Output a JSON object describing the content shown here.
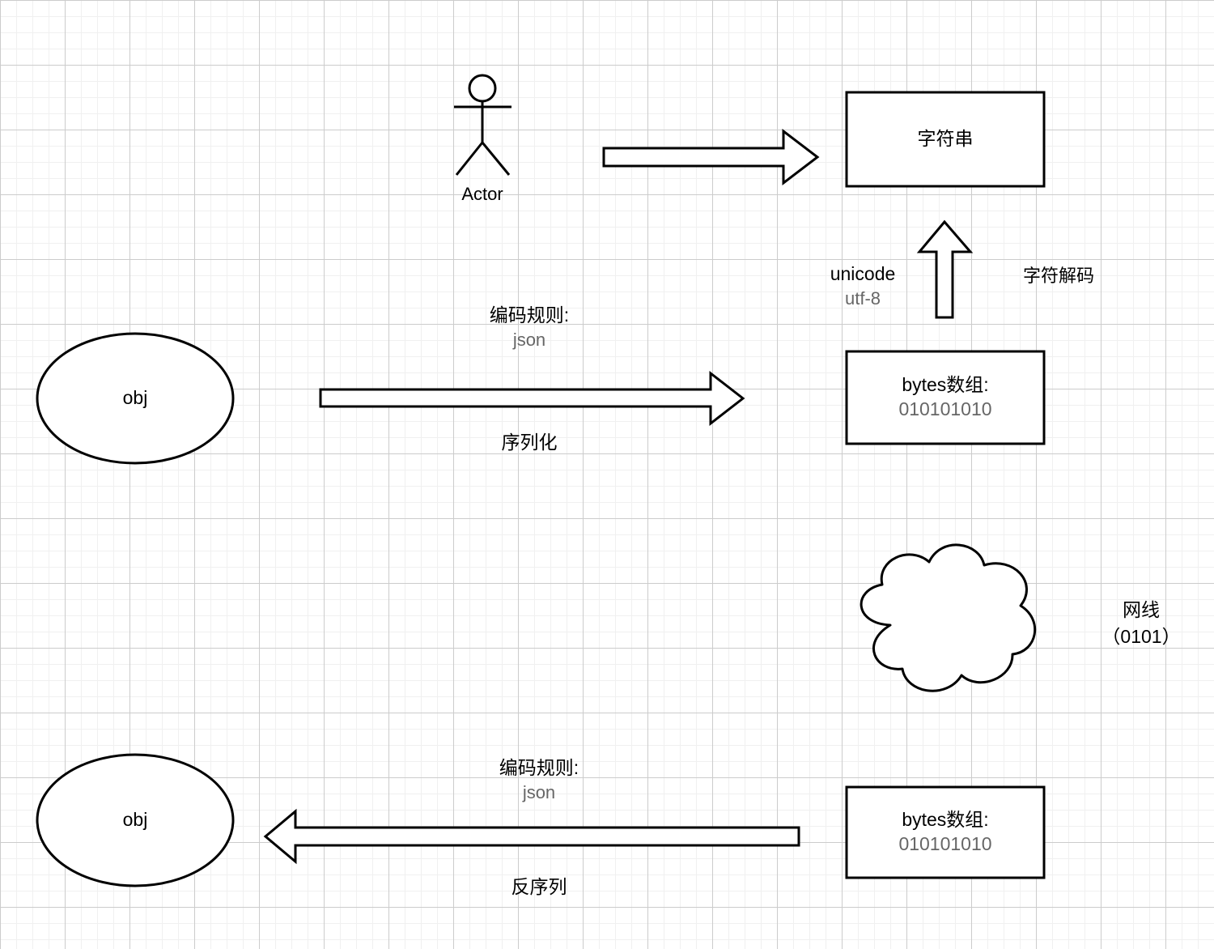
{
  "diagram": {
    "title": "serialization-and-encoding-flow",
    "background": "#ffffff",
    "grid_color_major": "#cccccc",
    "grid_color_minor": "#f0f0f0",
    "stroke_color": "#000000",
    "text_gray": "#666666"
  },
  "actor": {
    "label": "Actor"
  },
  "nodes": {
    "string_box": {
      "label": "字符串"
    },
    "bytes_box_top": {
      "title": "bytes数组:",
      "value": "010101010"
    },
    "bytes_box_bottom": {
      "title": "bytes数组:",
      "value": "010101010"
    },
    "obj_top": {
      "label": "obj"
    },
    "obj_bottom": {
      "label": "obj"
    },
    "cloud": {
      "label": ""
    }
  },
  "labels": {
    "network_line_1": "网线",
    "network_line_2": "（0101）",
    "encoding_unicode": "unicode",
    "encoding_utf8": "utf-8",
    "char_decode": "字符解码",
    "encode_rule_top": "编码规则:",
    "encode_rule_top_value": "json",
    "serialize": "序列化",
    "encode_rule_bottom": "编码规则:",
    "encode_rule_bottom_value": "json",
    "deserialize": "反序列"
  }
}
